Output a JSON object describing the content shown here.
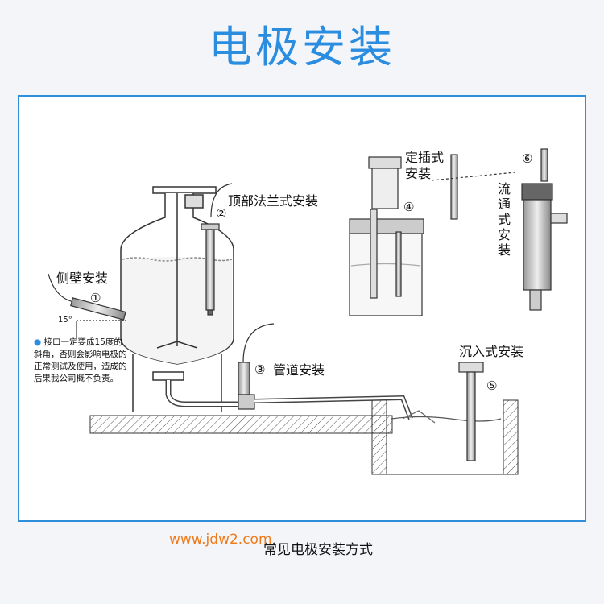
{
  "title": "电极安装",
  "labels": {
    "side_wall": "侧壁安装",
    "top_flange": "顶部法兰式安装",
    "fixed_insert": "定插式安装",
    "flow_through": "流通式安装",
    "pipeline": "管道安装",
    "submerged": "沉入式安装"
  },
  "markers": [
    "①",
    "②",
    "③",
    "④",
    "⑤",
    "⑥"
  ],
  "angle": "15°",
  "note": "接口一定要成15度的斜角，否则会影响电极的正常测试及使用，造成的后果我公司概不负责。",
  "note_bullet": "●",
  "caption": "常见电极安装方式",
  "watermark": "www.jdw2.com",
  "colors": {
    "accent": "#2b8de0",
    "watermark": "#f07a1a",
    "line": "#333333"
  }
}
